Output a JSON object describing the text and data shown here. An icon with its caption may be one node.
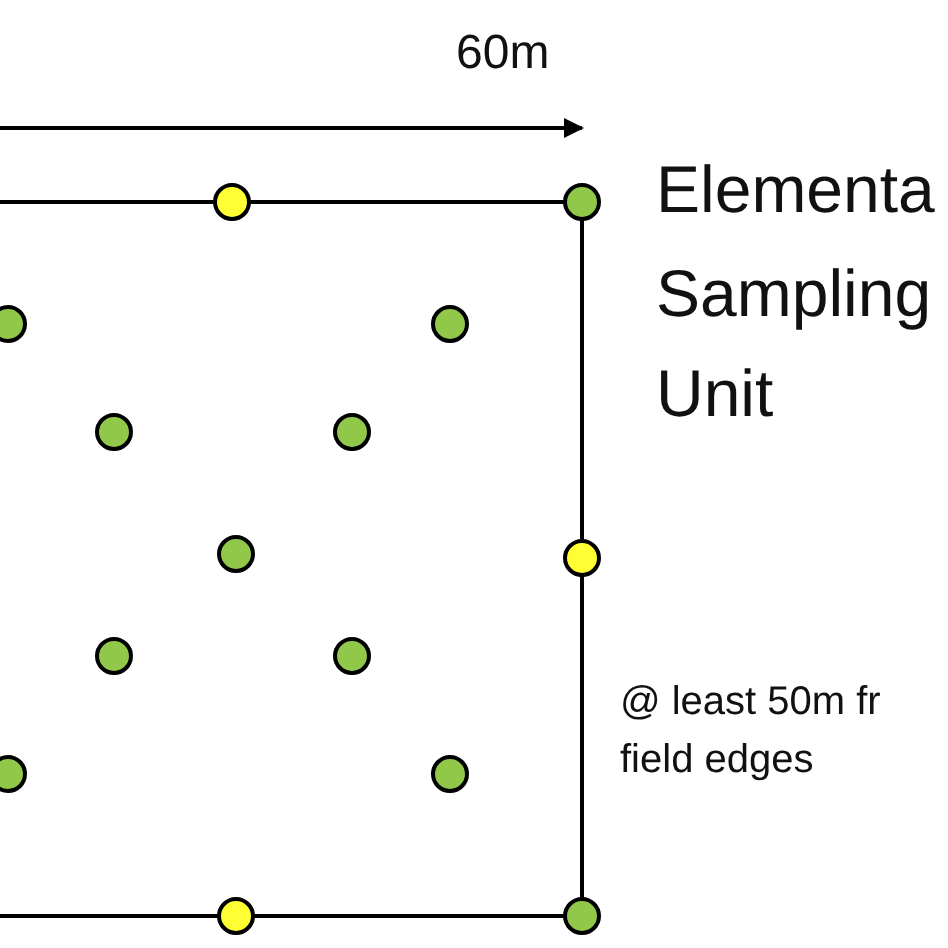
{
  "diagram": {
    "labels": [
      "60m",
      "Elementa",
      "Sampling",
      "Unit",
      "@ least 50m fr",
      "field edges"
    ]
  }
}
